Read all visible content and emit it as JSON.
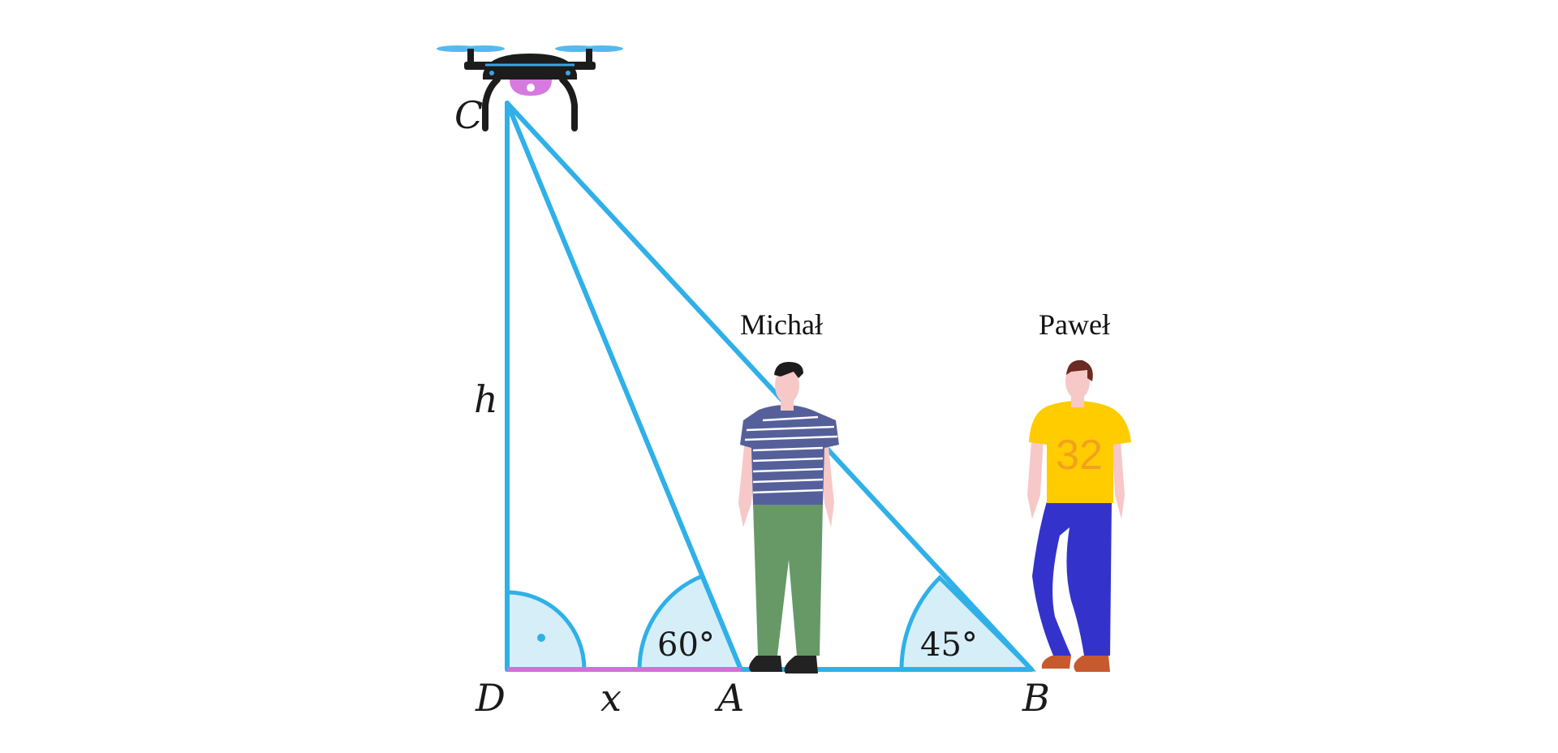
{
  "vertices": {
    "C": "C",
    "D": "D",
    "A": "A",
    "B": "B"
  },
  "segment_labels": {
    "height": "h",
    "DA": "x"
  },
  "angles": {
    "A": "60°",
    "B": "45°"
  },
  "people": {
    "michal": "Michał",
    "pawel": "Paweł"
  },
  "jersey_number": "32",
  "colors": {
    "triangle_stroke": "#2fb0e8",
    "angle_fill": "#d6eef8",
    "segment_DA": "#d36fd9",
    "drone_body": "#1c1c1c",
    "drone_camera": "#d67ae0",
    "michal_shirt": "#55609a",
    "michal_pants": "#669966",
    "pawel_shirt": "#ffcc00",
    "pawel_pants": "#3333cc",
    "pawel_shoes": "#c65a2e",
    "skin": "#f7c8c8"
  }
}
